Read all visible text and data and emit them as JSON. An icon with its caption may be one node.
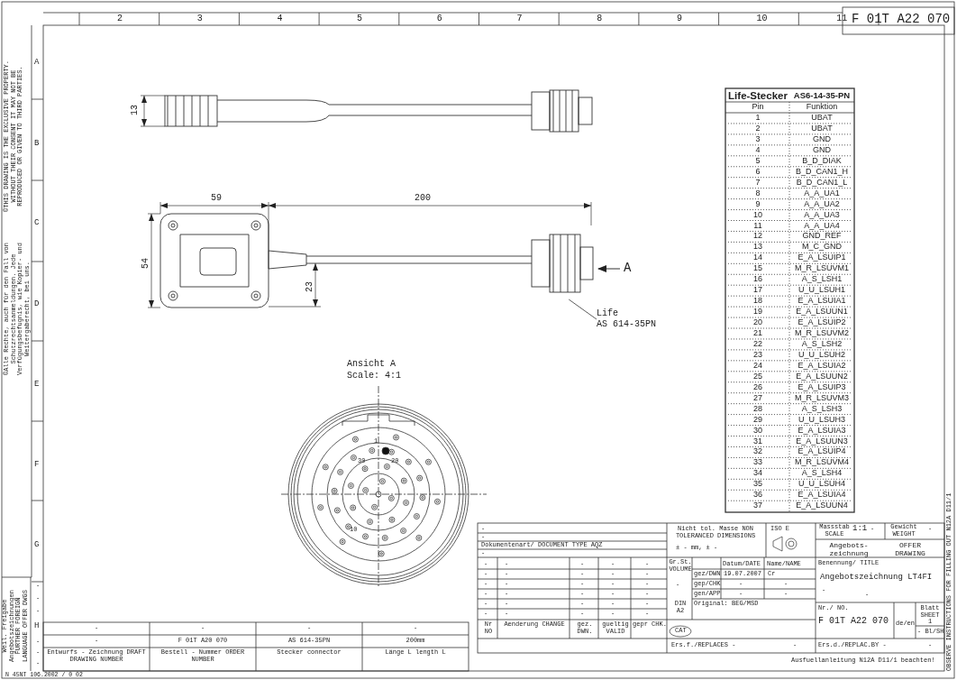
{
  "diagram": {
    "nodes": [
      {
        "text": [
          "Life",
          "AS 614-35PN"
        ]
      },
      {
        "text": [],
        "shape": "picture"
      }
    ],
    "edges": [
      {
        "from": 0,
        "to": 1,
        "arrow": "none"
      }
    ],
    "labels": [
      "2",
      "3",
      "4",
      "5",
      "6",
      "7",
      "8",
      "9",
      "10",
      "11",
      "F 01T A22 070",
      "A",
      "B",
      "C",
      "D",
      "E",
      "F",
      "G",
      "H",
      "©THIS DRAWING IS THE EXCLUSIVE PROPERTY. WITHOUT THEIR CONSENT IT MAY NOT BE REPRODUCED OR GIVEN TO THIRD PARTIES.",
      "©Alle Rechte, auch für den Fall von Schutzrechtsanmeldungen. Jede Verfügungsbefugnis, wie Kopier- und Weitergaberecht, bei uns.",
      "13",
      "59",
      "200",
      "54",
      "23",
      "A",
      "Ansicht A",
      "Scale:  4:1",
      "1",
      "30",
      "20",
      "10",
      "Life-Stecker",
      "AS6-14-35-PN",
      "Pin",
      "Funktion",
      "1",
      "UBAT",
      "2",
      "UBAT",
      "3",
      "GND",
      "4",
      "GND",
      "5",
      "B_D_DIAK",
      "6",
      "B_D_CAN1_H",
      "7",
      "B_D_CAN1_L",
      "8",
      "A_A_UA1",
      "9",
      "A_A_UA2",
      "10",
      "A_A_UA3",
      "11",
      "A_A_UA4",
      "12",
      "GND_REF",
      "13",
      "M_C_GND",
      "14",
      "E_A_LSUIP1",
      "15",
      "M_R_LSUVM1",
      "16",
      "A_S_LSH1",
      "17",
      "U_U_LSUH1",
      "18",
      "E_A_LSUIA1",
      "19",
      "E_A_LSUUN1",
      "20",
      "E_A_LSUIP2",
      "21",
      "M_R_LSUVM2",
      "22",
      "A_S_LSH2",
      "23",
      "U_U_LSUH2",
      "24",
      "E_A_LSUIA2",
      "25",
      "E_A_LSUUN2",
      "26",
      "E_A_LSUIP3",
      "27",
      "M_R_LSUVM3",
      "28",
      "A_S_LSH3",
      "29",
      "U_U_LSUH3",
      "30",
      "E_A_LSUIA3",
      "31",
      "E_A_LSUUN3",
      "32",
      "E_A_LSUIP4",
      "33",
      "M_R_LSUVM4",
      "34",
      "A_S_LSH4",
      "35",
      "U_U_LSUH4",
      "36",
      "E_A_LSUIA4",
      "37",
      "E_A_LSUUN4",
      "-",
      "-",
      "Dokumentenart/ DOCUMENT TYPE  AQZ",
      "-",
      "Nicht tol. Masse NON TOLERANCED DIMENSIONS",
      "± - mm, ± -",
      "ISO E",
      "Massstab SCALE",
      "1:1",
      "-",
      "Gewicht WEIGHT",
      "-",
      "Angebots- zeichnung",
      "OFFER DRAWING",
      "-",
      "-",
      "-",
      "-",
      "-",
      "-",
      "-",
      "-",
      "-",
      "-",
      "-",
      "-",
      "-",
      "-",
      "-",
      "-",
      "-",
      "-",
      "-",
      "-",
      "-",
      "-",
      "-",
      "-",
      "-",
      "-",
      "-",
      "-",
      "-",
      "-",
      "Gr.St. VOLUME",
      "Datum/DATE",
      "Name/NAME",
      "gez/DWN",
      "19.07.2007",
      "Cr",
      "-",
      "gep/CHK",
      "-",
      "-",
      "gen/APP",
      "-",
      "-",
      "Original:  BEG/MSD",
      "DIN A2",
      "Benennung/ TITLE",
      "Angebotszeichnung LT4FI",
      "-",
      "-",
      "Nr./ NO.",
      "Nr NO",
      "Aenderung CHANGE",
      "gez. DWN.",
      "gueltig VALID",
      "gepr CHK.",
      "CAT",
      "F 01T A22 070",
      "de/en",
      "Blatt SHEET 1",
      "- Bl/SH",
      "Ers.f./REPLACES -",
      "-",
      "Ers.d./REPLAC.BY -",
      "-",
      "Ausfuellanleitung N12A D11/1 beachten!",
      "OBSERVE INSTRUCTIONS FOR FILLING OUT N12A D11/1",
      "-",
      "-",
      "-",
      "-",
      "-",
      "F 01T A20 070",
      "AS 614-35PN",
      "200mm",
      "Entwurfs - Zeichnung DRAFT DRAWING NUMBER",
      "Bestell - Nummer ORDER NUMBER",
      "Stecker connector",
      "Länge L length L",
      "Weil. Freigabe Angebotszeichnungen FURTHER FOREIGN LANGUAGE OFFER DWGS",
      "-",
      "-",
      "-",
      "-",
      "-",
      "-",
      "N 45NT 106.2002 / 0 02"
    ]
  }
}
